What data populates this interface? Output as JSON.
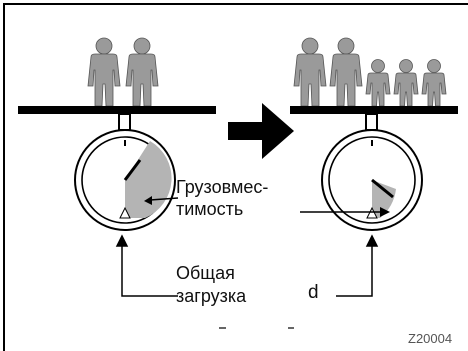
{
  "labels": {
    "capacity": "Грузовместимость",
    "capacity_line1": "Грузовмес-",
    "capacity_line2": "тимость",
    "total_load_line1": "Общая",
    "total_load_line2": "загрузка",
    "stray_fragment": "d",
    "code": "Z20004"
  },
  "scene_left": {
    "people": [
      "adult",
      "adult"
    ],
    "needle_angle_deg": 235
  },
  "scene_right": {
    "people": [
      "adult",
      "adult",
      "child",
      "child",
      "child"
    ],
    "needle_angle_deg": 125
  },
  "colors": {
    "figure": "#9a9a9a",
    "outline": "#000000",
    "sector": "#b4b4b4",
    "background": "#ffffff",
    "arrow": "#000000"
  },
  "icons": [
    "person-icon",
    "child-icon",
    "arrow-right-icon",
    "gauge-icon"
  ]
}
